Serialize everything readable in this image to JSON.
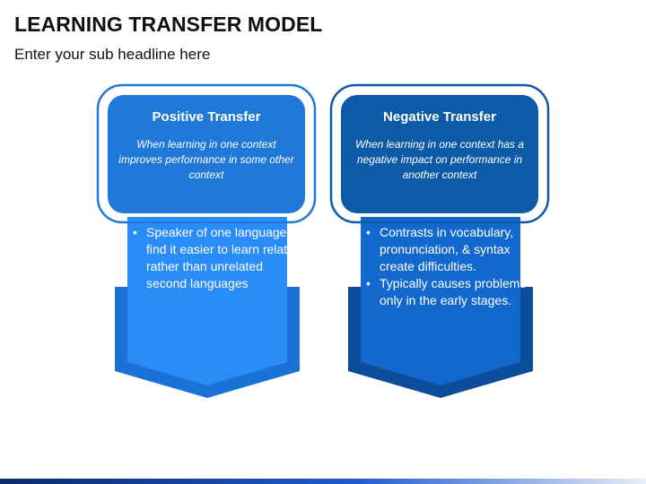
{
  "title": "LEARNING TRANSFER MODEL",
  "subtitle": "Enter your sub headline here",
  "cards": [
    {
      "heading": "Positive Transfer",
      "description": "When learning in one context improves performance in some other context",
      "bullets": [
        "Speaker of one language find it easier to learn related rather than unrelated second languages"
      ],
      "colors": {
        "head": "#2079d8",
        "body": "#2a8df7",
        "frame": "#1a72d6"
      }
    },
    {
      "heading": "Negative Transfer",
      "description": "When learning in one context has a negative impact on performance in another context",
      "bullets": [
        "Contrasts in vocabulary, pronunciation, & syntax create difficulties.",
        "Typically causes problems only in the early stages."
      ],
      "colors": {
        "head": "#0d5aa6",
        "body": "#1268cc",
        "frame": "#0b4d9a"
      }
    }
  ]
}
